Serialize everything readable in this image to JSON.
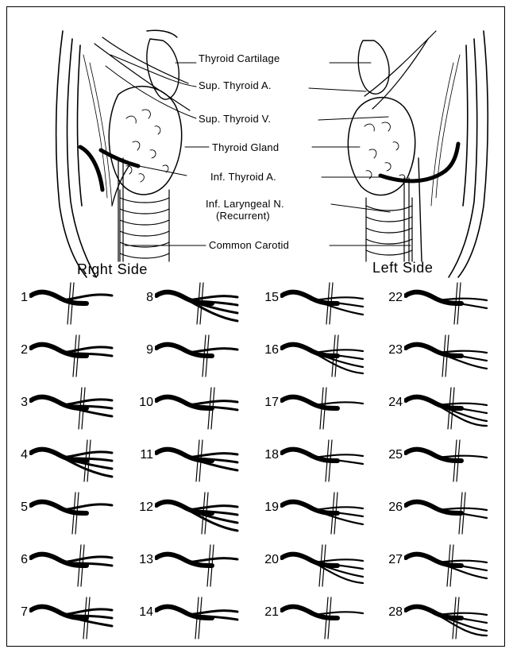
{
  "labels": {
    "thyroid_cartilage": "Thyroid Cartilage",
    "sup_thyroid_a": "Sup. Thyroid A.",
    "sup_thyroid_v": "Sup. Thyroid V.",
    "thyroid_gland": "Thyroid Gland",
    "inf_thyroid_a": "Inf. Thyroid A.",
    "inf_laryngeal_n": "Inf. Laryngeal N.",
    "inf_laryngeal_n_sub": "(Recurrent)",
    "common_carotid": "Common Carotid"
  },
  "sides": {
    "right": "Right Side",
    "left": "Left Side"
  },
  "variants": [
    {
      "n": "1"
    },
    {
      "n": "2"
    },
    {
      "n": "3"
    },
    {
      "n": "4"
    },
    {
      "n": "5"
    },
    {
      "n": "6"
    },
    {
      "n": "7"
    },
    {
      "n": "8"
    },
    {
      "n": "9"
    },
    {
      "n": "10"
    },
    {
      "n": "11"
    },
    {
      "n": "12"
    },
    {
      "n": "13"
    },
    {
      "n": "14"
    },
    {
      "n": "15"
    },
    {
      "n": "16"
    },
    {
      "n": "17"
    },
    {
      "n": "18"
    },
    {
      "n": "19"
    },
    {
      "n": "20"
    },
    {
      "n": "21"
    },
    {
      "n": "22"
    },
    {
      "n": "23"
    },
    {
      "n": "24"
    },
    {
      "n": "25"
    },
    {
      "n": "26"
    },
    {
      "n": "27"
    },
    {
      "n": "28"
    }
  ]
}
